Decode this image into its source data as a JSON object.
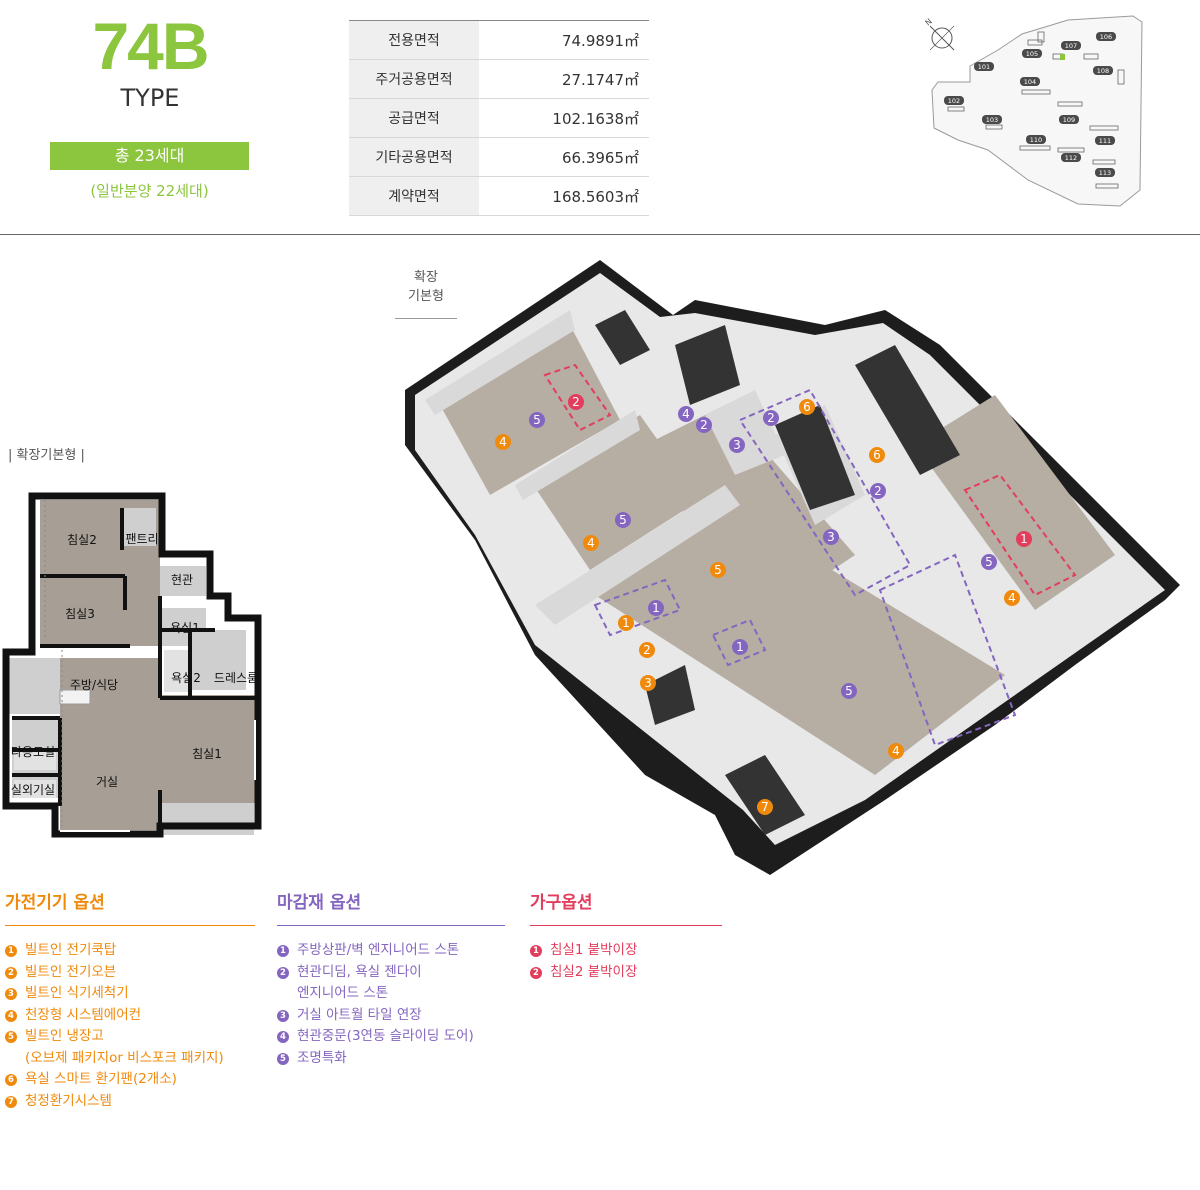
{
  "header": {
    "type_number": "74B",
    "type_word": "TYPE",
    "total_units": "총 23세대",
    "general_sale": "(일반분양 22세대)"
  },
  "area_table": [
    {
      "label": "전용면적",
      "value": "74.9891㎡"
    },
    {
      "label": "주거공용면적",
      "value": "27.1747㎡"
    },
    {
      "label": "공급면적",
      "value": "102.1638㎡"
    },
    {
      "label": "기타공용면적",
      "value": "66.3965㎡"
    },
    {
      "label": "계약면적",
      "value": "168.5603㎡"
    }
  ],
  "site_plan": {
    "compass": "N",
    "buildings": [
      "101",
      "102",
      "103",
      "104",
      "105",
      "106",
      "107",
      "108",
      "109",
      "110",
      "111",
      "112",
      "113"
    ]
  },
  "floor_plan": {
    "caption": "| 확장기본형 |",
    "rooms": [
      "침실2",
      "팬트리",
      "현관",
      "침실3",
      "욕실1",
      "주방/식당",
      "욕실2",
      "드레스룸",
      "다용도실",
      "침실1",
      "거실",
      "실외기실"
    ]
  },
  "view_3d": {
    "label_line1": "확장",
    "label_line2": "기본형",
    "markers": {
      "orange": [
        "4",
        "4",
        "5",
        "1",
        "2",
        "3",
        "4",
        "6",
        "6",
        "4",
        "7"
      ],
      "purple": [
        "5",
        "4",
        "2",
        "2",
        "3",
        "5",
        "2",
        "3",
        "1",
        "1",
        "5",
        "5"
      ],
      "red": [
        "2",
        "1"
      ]
    }
  },
  "options": {
    "appliance": {
      "title": "가전기기 옵션",
      "items": [
        {
          "num": "1",
          "text": "빌트인 전기쿡탑"
        },
        {
          "num": "2",
          "text": "빌트인 전기오븐"
        },
        {
          "num": "3",
          "text": "빌트인 식기세척기"
        },
        {
          "num": "4",
          "text": "천장형 시스템에어컨"
        },
        {
          "num": "5",
          "text": "빌트인 냉장고",
          "text2": "(오브제 패키지or 비스포크 패키지)"
        },
        {
          "num": "6",
          "text": "욕실 스마트 환기팬(2개소)"
        },
        {
          "num": "7",
          "text": "청정환기시스템"
        }
      ]
    },
    "finish": {
      "title": "마감재 옵션",
      "items": [
        {
          "num": "1",
          "text": "주방상판/벽 엔지니어드 스톤"
        },
        {
          "num": "2",
          "text": "현관디딤, 욕실 젠다이",
          "text2": "엔지니어드 스톤"
        },
        {
          "num": "3",
          "text": "거실 아트월 타일 연장"
        },
        {
          "num": "4",
          "text": "현관중문(3연동 슬라이딩 도어)"
        },
        {
          "num": "5",
          "text": "조명특화"
        }
      ]
    },
    "furniture": {
      "title": "가구옵션",
      "items": [
        {
          "num": "1",
          "text": "침실1 붙박이장"
        },
        {
          "num": "2",
          "text": "침실2 붙박이장"
        }
      ]
    }
  },
  "colors": {
    "accent_green": "#8cc63e",
    "orange": "#f08a0c",
    "purple": "#8466c0",
    "red": "#e23d5c"
  }
}
